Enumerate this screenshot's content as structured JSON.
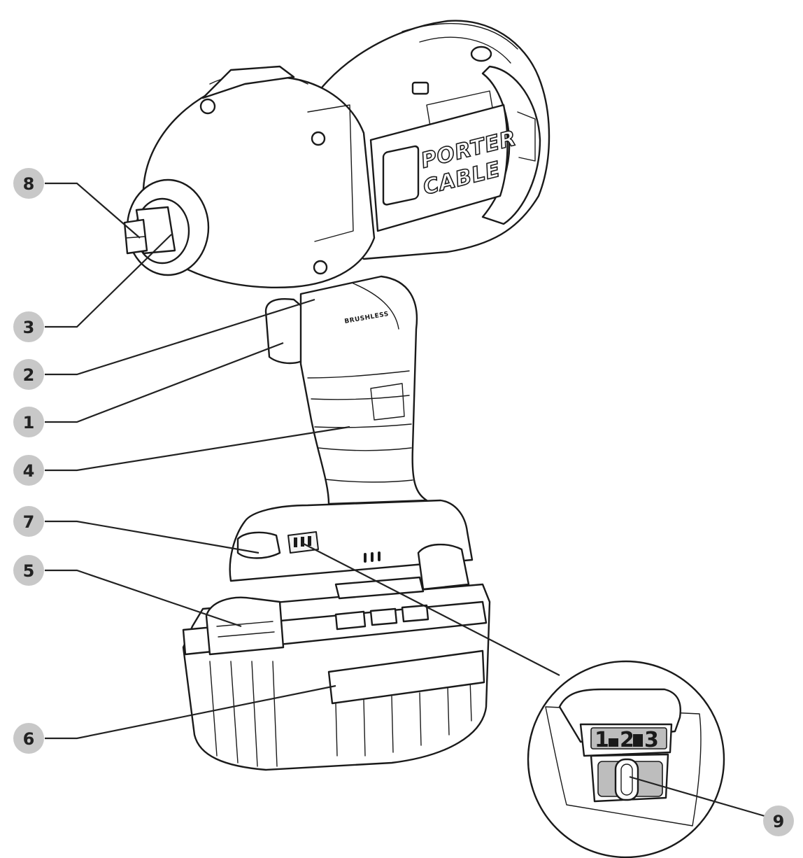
{
  "brand": {
    "line1": "PORTER",
    "line2": "CABLE",
    "handle_text": "BRUSHLESS"
  },
  "speed_selector": {
    "label_1": "1",
    "label_2": "2",
    "label_3": "3"
  },
  "callouts": [
    {
      "id": "c8",
      "number": "8"
    },
    {
      "id": "c3",
      "number": "3"
    },
    {
      "id": "c2",
      "number": "2"
    },
    {
      "id": "c1",
      "number": "1"
    },
    {
      "id": "c4",
      "number": "4"
    },
    {
      "id": "c7",
      "number": "7"
    },
    {
      "id": "c5",
      "number": "5"
    },
    {
      "id": "c6",
      "number": "6"
    },
    {
      "id": "c9",
      "number": "9"
    }
  ],
  "colors": {
    "badge": "#c8c8c8",
    "ink": "#1a1a1a",
    "background": "#ffffff"
  }
}
